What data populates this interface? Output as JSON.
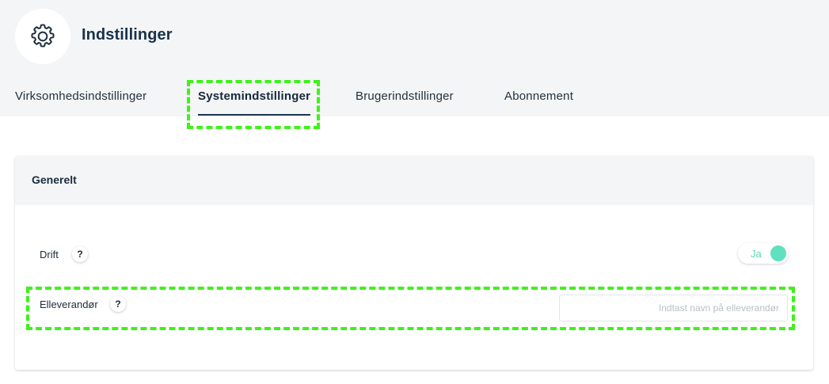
{
  "header": {
    "title": "Indstillinger",
    "icon": "gear-icon"
  },
  "tabs": [
    {
      "label": "Virksomhedsindstillinger",
      "active": false
    },
    {
      "label": "Systemindstillinger",
      "active": true
    },
    {
      "label": "Brugerindstillinger",
      "active": false
    },
    {
      "label": "Abonnement",
      "active": false
    }
  ],
  "card": {
    "title": "Generelt",
    "rows": [
      {
        "label": "Drift",
        "help": "?",
        "control": "toggle",
        "toggle_label": "Ja",
        "toggle_on": true
      },
      {
        "label": "Elleverandør",
        "help": "?",
        "control": "input",
        "value": "",
        "placeholder": "Indtast navn på elleverandør"
      }
    ]
  },
  "colors": {
    "accent": "#5fe0bf",
    "title": "#18324a",
    "highlight": "#3ef21a",
    "background": "#f4f5f6"
  }
}
